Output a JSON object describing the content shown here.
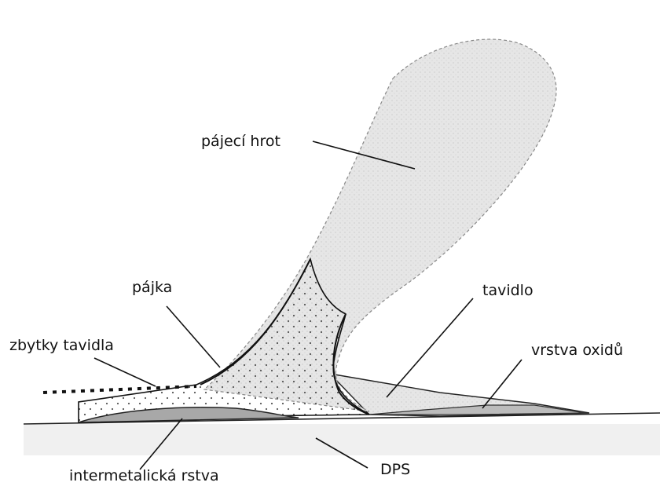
{
  "labels": {
    "soldering_tip": "pájecí hrot",
    "solder": "pájka",
    "flux_residue": "zbytky tavidla",
    "flux": "tavidlo",
    "oxide_layer": "vrstva oxidů",
    "intermetallic_layer": "intermetalická rstva",
    "pcb": "DPS"
  }
}
